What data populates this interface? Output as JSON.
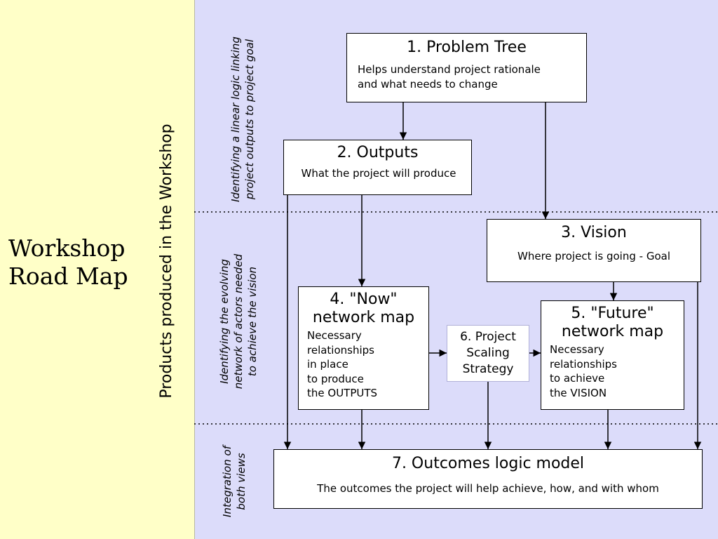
{
  "left_panel": {
    "title": "Workshop\nRoad Map"
  },
  "vertical_title": "Products produced in the Workshop",
  "phase_labels": [
    "Identifying a linear logic linking\nproject outputs to project goal",
    "Identifying the evolving\nnetwork of actors needed\nto achieve the vision",
    "Integration of\nboth views"
  ],
  "boxes": {
    "problem_tree": {
      "title": "1. Problem Tree",
      "desc": "Helps understand project rationale\nand what needs to change"
    },
    "outputs": {
      "title": "2. Outputs",
      "desc": "What the project will produce"
    },
    "vision": {
      "title": "3. Vision",
      "desc": "Where project is going - Goal"
    },
    "now_map": {
      "title": "4. \"Now\"\nnetwork  map",
      "desc": "Necessary\nrelationships\nin place\nto produce\nthe OUTPUTS"
    },
    "future_map": {
      "title": "5. \"Future\"\nnetwork  map",
      "desc": "Necessary\nrelationships\nto achieve\nthe VISION"
    },
    "strategy": {
      "title": "6. Project\nScaling\nStrategy"
    },
    "outcomes": {
      "title": "7. Outcomes logic model",
      "desc": "The outcomes the project will help achieve, how, and with whom"
    }
  },
  "colors": {
    "left_panel": "#ffffc8",
    "main_area": "#dcdcfa",
    "box": "#ffffff",
    "line": "#000000"
  }
}
